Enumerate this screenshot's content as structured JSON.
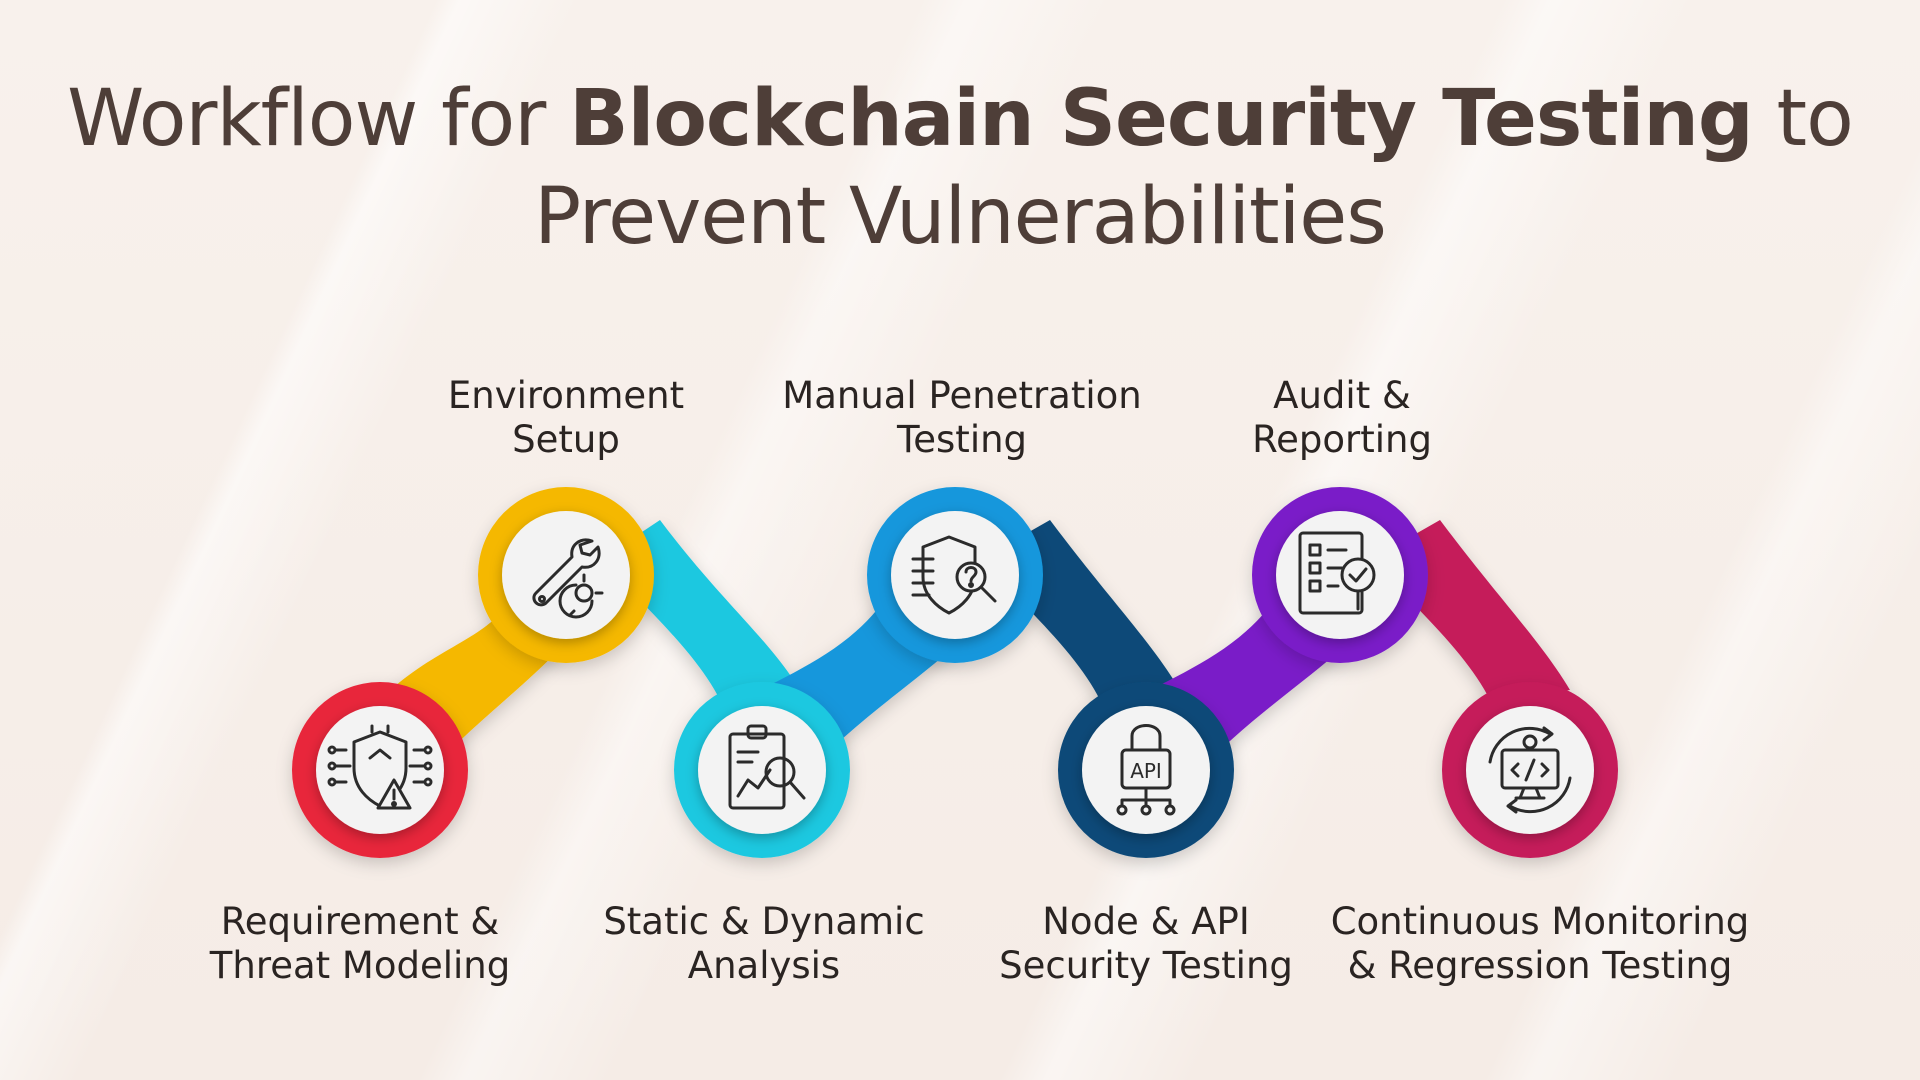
{
  "title": {
    "part1": "Workflow for ",
    "bold": "Blockchain Security Testing",
    "part2": " to",
    "line2": "Prevent Vulnerabilities"
  },
  "steps": [
    {
      "line1": "Requirement &",
      "line2": "Threat Modeling",
      "icon": "shield-warning-circuit-icon",
      "color": "#e8253a"
    },
    {
      "line1": "Environment",
      "line2": "Setup",
      "icon": "wrench-gear-icon",
      "color": "#f5b800"
    },
    {
      "line1": "Static & Dynamic",
      "line2": "Analysis",
      "icon": "clipboard-analysis-icon",
      "color": "#1ec8e0"
    },
    {
      "line1": "Manual Penetration",
      "line2": "Testing",
      "icon": "shield-question-magnifier-icon",
      "color": "#1597dc"
    },
    {
      "line1": "Node & API",
      "line2": "Security Testing",
      "icon": "api-lock-icon",
      "color": "#0c4a78"
    },
    {
      "line1": "Audit &",
      "line2": "Reporting",
      "icon": "checklist-magnifier-icon",
      "color": "#7a1ec8"
    },
    {
      "line1": "Continuous Monitoring",
      "line2": "& Regression Testing",
      "icon": "monitor-code-cycle-icon",
      "color": "#c51a5a"
    }
  ]
}
